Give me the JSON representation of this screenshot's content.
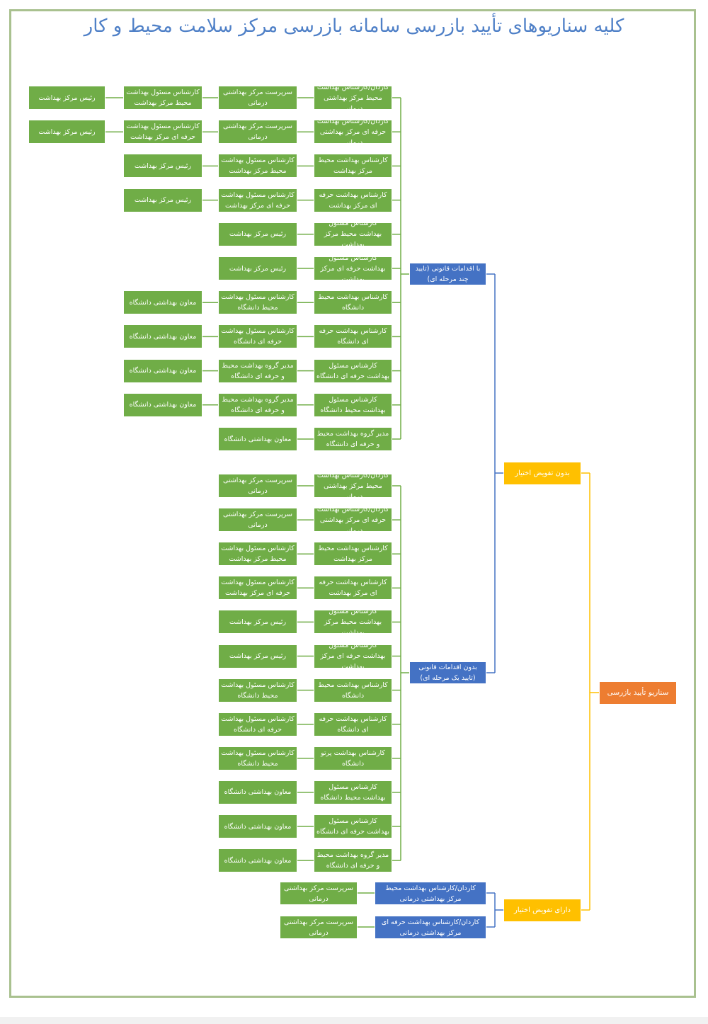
{
  "title": "کلیه سناریوهای تأیید بازرسی سامانه بازرسی مرکز سلامت محیط و کار",
  "root": "سناریو تأیید بازرسی",
  "level1": [
    "بدون تفویض اختیار",
    "دارای تفویض اختیار"
  ],
  "level2": [
    "با اقدامات قانونی (تایید چند مرحله ای)",
    "بدون اقدامات قانونی (تایید یک مرحله ای)"
  ],
  "multi_stage_chains": [
    [
      "کاردان/کارشناس بهداشت محیط مرکز بهداشتی درمانی",
      "سرپرست مرکز بهداشتی درمانی",
      "کارشناس مسئول بهداشت محیط مرکز بهداشت",
      "رئیس مرکز بهداشت"
    ],
    [
      "کاردان/کارشناس بهداشت حرفه ای مرکز بهداشتی درمانی",
      "سرپرست مرکز بهداشتی درمانی",
      "کارشناس مسئول بهداشت حرفه ای مرکز بهداشت",
      "رئیس مرکز بهداشت"
    ],
    [
      "کارشناس بهداشت محیط مرکز بهداشت",
      "کارشناس مسئول بهداشت محیط مرکز بهداشت",
      "رئیس مرکز بهداشت"
    ],
    [
      "کارشناس بهداشت حرفه ای مرکز بهداشت",
      "کارشناس مسئول بهداشت حرفه ای مرکز بهداشت",
      "رئیس مرکز بهداشت"
    ],
    [
      "کارشناس مسئول بهداشت محیط مرکز بهداشت",
      "رئیس مرکز بهداشت"
    ],
    [
      "کارشناس مسئول بهداشت حرفه ای مرکز بهداشت",
      "رئیس مرکز بهداشت"
    ],
    [
      "کارشناس بهداشت محیط دانشگاه",
      "کارشناس مسئول بهداشت محیط دانشگاه",
      "معاون بهداشتی دانشگاه"
    ],
    [
      "کارشناس بهداشت حرفه ای دانشگاه",
      "کارشناس مسئول بهداشت حرفه ای دانشگاه",
      "معاون بهداشتی دانشگاه"
    ],
    [
      "کارشناس مسئول بهداشت حرفه ای دانشگاه",
      "مدیر گروه بهداشت محیط و حرفه ای دانشگاه",
      "معاون بهداشتی دانشگاه"
    ],
    [
      "کارشناس مسئول بهداشت محیط دانشگاه",
      "مدیر گروه بهداشت محیط و حرفه ای دانشگاه",
      "معاون بهداشتی دانشگاه"
    ],
    [
      "مدیر گروه بهداشت محیط و حرفه ای دانشگاه",
      "معاون بهداشتی دانشگاه"
    ]
  ],
  "single_stage_chains": [
    [
      "کاردان/کارشناس بهداشت محیط مرکز بهداشتی درمانی",
      "سرپرست مرکز بهداشتی درمانی"
    ],
    [
      "کاردان/کارشناس بهداشت حرفه ای مرکز بهداشتی درمانی",
      "سرپرست مرکز بهداشتی درمانی"
    ],
    [
      "کارشناس بهداشت محیط مرکز بهداشت",
      "کارشناس مسئول بهداشت محیط مرکز بهداشت"
    ],
    [
      "کارشناس بهداشت حرفه ای مرکز بهداشت",
      "کارشناس مسئول بهداشت حرفه ای مرکز بهداشت"
    ],
    [
      "کارشناس مسئول بهداشت محیط مرکز بهداشت",
      "رئیس مرکز بهداشت"
    ],
    [
      "کارشناس مسئول بهداشت حرفه ای مرکز بهداشت",
      "رئیس مرکز بهداشت"
    ],
    [
      "کارشناس بهداشت محیط دانشگاه",
      "کارشناس مسئول بهداشت محیط دانشگاه"
    ],
    [
      "کارشناس بهداشت حرفه ای دانشگاه",
      "کارشناس مسئول بهداشت حرفه ای دانشگاه"
    ],
    [
      "کارشناس بهداشت پرتو دانشگاه",
      "کارشناس مسئول بهداشت محیط دانشگاه"
    ],
    [
      "کارشناس مسئول بهداشت محیط دانشگاه",
      "معاون بهداشتی دانشگاه"
    ],
    [
      "کارشناس مسئول بهداشت حرفه ای دانشگاه",
      "معاون بهداشتی دانشگاه"
    ],
    [
      "مدیر گروه بهداشت محیط و حرفه ای دانشگاه",
      "معاون بهداشتی دانشگاه"
    ]
  ],
  "delegated_chains": [
    [
      "کاردان/کارشناس بهداشت محیط مرکز بهداشتی درمانی",
      "سرپرست مرکز بهداشتی درمانی"
    ],
    [
      "کاردان/کارشناس بهداشت حرفه ای مرکز بهداشتی درمانی",
      "سرپرست مرکز بهداشتی درمانی"
    ]
  ]
}
